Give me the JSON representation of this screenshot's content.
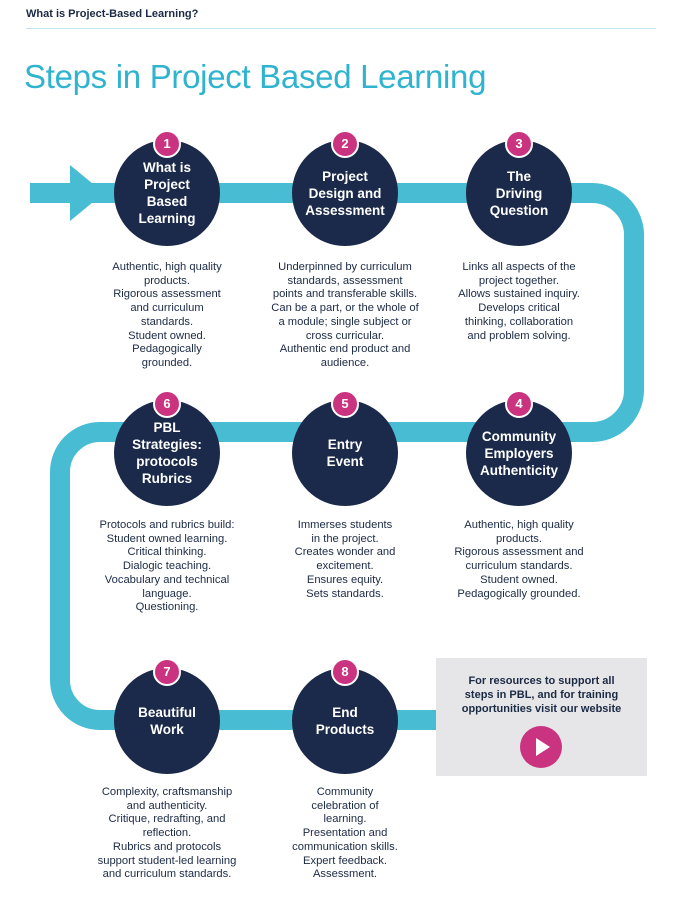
{
  "header": {
    "section_title": "What is Project-Based Learning?"
  },
  "page_title": "Steps in Project Based Learning",
  "colors": {
    "accent": "#2fb3cf",
    "navy": "#1b2a4a",
    "badge": "#c9337f",
    "panel": "#e6e6e8"
  },
  "steps": [
    {
      "number": "1",
      "title": "What is\nProject\nBased\nLearning",
      "description": "Authentic, high quality\nproducts.\nRigorous assessment\nand curriculum\nstandards.\nStudent owned.\nPedagogically\ngrounded."
    },
    {
      "number": "2",
      "title": "Project\nDesign and\nAssessment",
      "description": "Underpinned by curriculum\nstandards, assessment\npoints and transferable skills.\nCan be a part, or the whole of\na module; single subject or\ncross curricular.\nAuthentic end product and\naudience."
    },
    {
      "number": "3",
      "title": "The\nDriving\nQuestion",
      "description": "Links all aspects of the\nproject together.\nAllows sustained inquiry.\nDevelops critical\nthinking, collaboration\nand problem solving."
    },
    {
      "number": "4",
      "title": "Community\nEmployers\nAuthenticity",
      "description": "Authentic, high quality\nproducts.\nRigorous assessment and\ncurriculum standards.\nStudent owned.\nPedagogically grounded."
    },
    {
      "number": "5",
      "title": "Entry\nEvent",
      "description": "Immerses students\nin the project.\nCreates wonder and\nexcitement.\nEnsures equity.\nSets standards."
    },
    {
      "number": "6",
      "title": "PBL\nStrategies:\nprotocols\nRubrics",
      "description": "Protocols and rubrics build:\nStudent owned learning.\nCritical thinking.\nDialogic teaching.\nVocabulary and technical\nlanguage.\nQuestioning."
    },
    {
      "number": "7",
      "title": "Beautiful\nWork",
      "description": "Complexity, craftsmanship\nand authenticity.\nCritique, redrafting, and\nreflection.\nRubrics and protocols\nsupport student-led learning\nand curriculum standards."
    },
    {
      "number": "8",
      "title": "End\nProducts",
      "description": "Community\ncelebration of\nlearning.\nPresentation and\ncommunication skills.\nExpert feedback.\nAssessment."
    }
  ],
  "promo": {
    "text": "For resources to support all\nsteps in PBL, and for training\nopportunities visit our website",
    "button_icon": "play-icon"
  }
}
